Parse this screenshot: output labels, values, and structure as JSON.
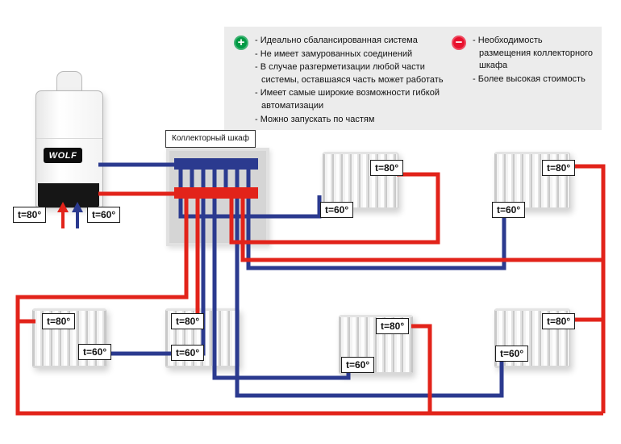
{
  "colors": {
    "supply_pipe": "#e2231a",
    "return_pipe": "#2b3a8f",
    "pros_icon": "#009a44",
    "cons_icon": "#e8112d"
  },
  "info_box": {
    "pros": {
      "symbol": "+",
      "items": [
        "- Идеально сбалансированная система",
        "- Не имеет замурованных соединений",
        "- В случае разгерметизации любой части системы, оставшаяся часть может работать",
        "- Имеет самые широкие возможности гибкой автоматизации",
        "- Можно запускать по частям"
      ]
    },
    "cons": {
      "symbol": "−",
      "items": [
        "- Необходимость размещения коллекторного шкафа",
        "- Более высокая стоимость"
      ]
    }
  },
  "boiler": {
    "brand": "WOLF",
    "supply_label": "t=80°",
    "return_label": "t=60°"
  },
  "cabinet": {
    "label": "Коллекторный шкаф"
  },
  "radiators": [
    {
      "id": "top-center",
      "supply_label": "t=80°",
      "return_label": "t=60°"
    },
    {
      "id": "top-right",
      "supply_label": "t=80°",
      "return_label": "t=60°"
    },
    {
      "id": "mid-left",
      "supply_label": "t=80°",
      "return_label": "t=60°"
    },
    {
      "id": "mid-center",
      "supply_label": "t=80°",
      "return_label": "t=60°"
    },
    {
      "id": "mid-right",
      "supply_label": "t=80°",
      "return_label": "t=60°"
    },
    {
      "id": "far-right",
      "supply_label": "t=80°",
      "return_label": "t=60°"
    }
  ]
}
